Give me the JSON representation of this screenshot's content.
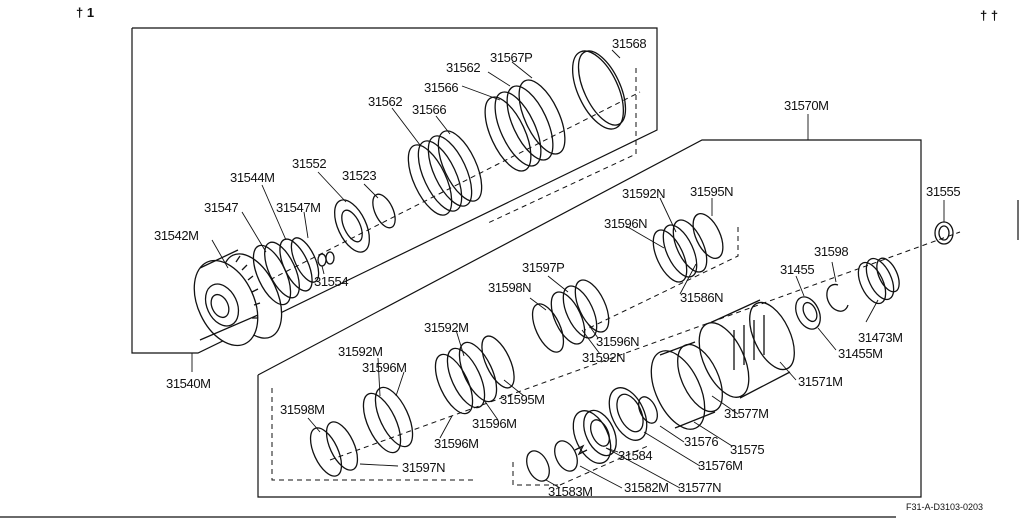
{
  "corner_marks": {
    "left": "† 1",
    "right": "† †"
  },
  "drawing_code": "F31-A-D3103-0203",
  "labels": {
    "p31540M": "31540M",
    "p31542M": "31542M",
    "p31547": "31547",
    "p31544M": "31544M",
    "p31547M": "31547M",
    "p31554": "31554",
    "p31552": "31552",
    "p31523": "31523",
    "p31562a": "31562",
    "p31566a": "31566",
    "p31562b": "31562",
    "p31566b": "31566",
    "p31567P": "31567P",
    "p31568": "31568",
    "p31570M": "31570M",
    "p31555": "31555",
    "p31598": "31598",
    "p31455": "31455",
    "p31473M": "31473M",
    "p31455M": "31455M",
    "p31571M": "31571M",
    "p31592Na": "31592N",
    "p31595N": "31595N",
    "p31596Na": "31596N",
    "p31586N": "31586N",
    "p31597P": "31597P",
    "p31598N": "31598N",
    "p31596Nb": "31596N",
    "p31592Nb": "31592N",
    "p31592Ma": "31592M",
    "p31592Mb": "31592M",
    "p31596Ma": "31596M",
    "p31595M": "31595M",
    "p31596Mb": "31596M",
    "p31598M": "31598M",
    "p31586M": "31596M",
    "p31597N": "31597N",
    "p31577M": "31577M",
    "p31576": "31576",
    "p31575": "31575",
    "p31584": "31584",
    "p31576M": "31576M",
    "p31583M": "31583M",
    "p31582M": "31582M",
    "p31577N": "31577N"
  }
}
